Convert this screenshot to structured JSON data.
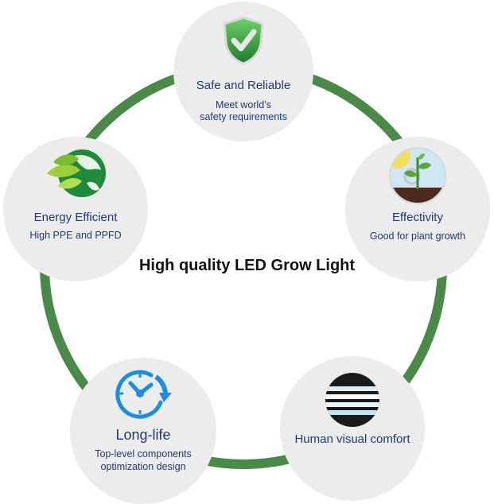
{
  "title": "High quality LED Grow Light",
  "colors": {
    "ring": "#4a8a48",
    "node_bg": "#ececec",
    "text": "#1f3a78"
  },
  "features": [
    {
      "id": "safe",
      "icon": "shield-check-icon",
      "title": "Safe and Reliable",
      "sub": [
        "Meet world’s",
        "safety requirements"
      ]
    },
    {
      "id": "energy",
      "icon": "leaf-globe-icon",
      "title": "Energy Efficient",
      "sub": [
        "High PPE and  PPFD"
      ]
    },
    {
      "id": "effectivity",
      "icon": "plant-sun-icon",
      "title": "Effectivity",
      "sub": [
        "Good for plant growth"
      ]
    },
    {
      "id": "longlife",
      "icon": "clock-icon",
      "title": "Long-life",
      "sub": [
        "Top-level components",
        "optimization design"
      ]
    },
    {
      "id": "visual",
      "icon": "light-stripes-icon",
      "title": "Human visual comfort",
      "sub": []
    }
  ]
}
